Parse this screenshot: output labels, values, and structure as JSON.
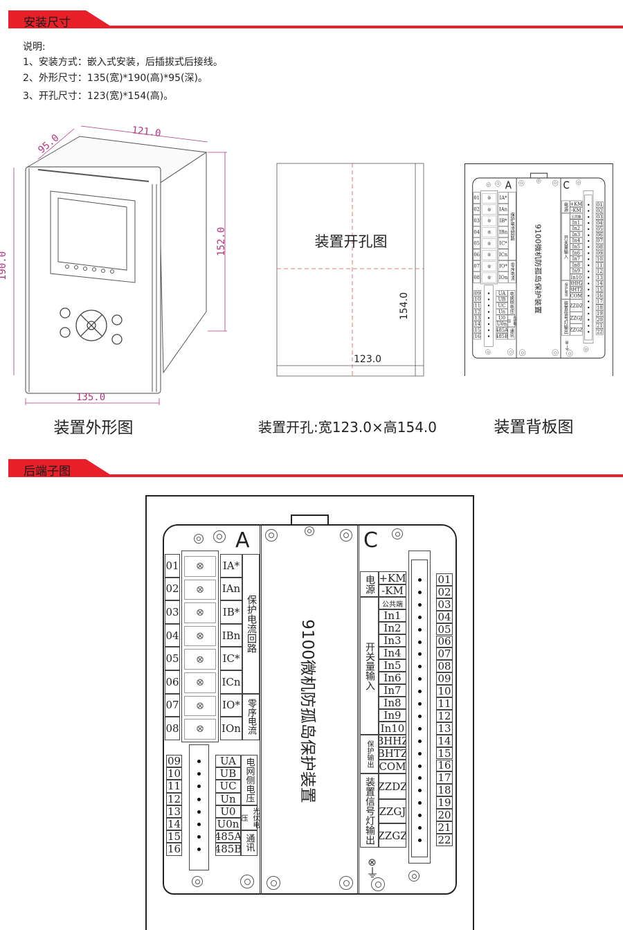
{
  "section1": {
    "title": "安装尺寸"
  },
  "notes": {
    "heading": "说明:",
    "items": [
      "1、安装方式：嵌入式安装，后插拔式后接线。",
      "2、外形尺寸：135(宽)*190(高)*95(深)。",
      "3、开孔尺寸：123(宽)*154(高)。"
    ]
  },
  "front_view": {
    "dim_depth": "95.0",
    "dim_top_width": "121.0",
    "dim_height": "190.0",
    "dim_body_height": "152.0",
    "dim_width": "135.0",
    "caption": "装置外形图"
  },
  "cutout": {
    "label": "装置开孔图",
    "dim_height": "154.0",
    "dim_width": "123.0",
    "caption": "装置开孔:宽123.0×高154.0"
  },
  "back_view": {
    "caption": "装置背板图"
  },
  "section2": {
    "title": "后端子图"
  },
  "terminal_panel": {
    "device_name": "9100微机防孤岛保护装置",
    "module_a": {
      "letter": "A",
      "current_terminals": [
        {
          "num": "01",
          "label": "IA*"
        },
        {
          "num": "02",
          "label": "IAn"
        },
        {
          "num": "03",
          "label": "IB*"
        },
        {
          "num": "04",
          "label": "IBn"
        },
        {
          "num": "05",
          "label": "IC*"
        },
        {
          "num": "06",
          "label": "ICn"
        },
        {
          "num": "07",
          "label": "IO*"
        },
        {
          "num": "08",
          "label": "IOn"
        }
      ],
      "current_groups": [
        "保护电流回路",
        "零序电流"
      ],
      "voltage_terminals": [
        {
          "num": "09",
          "label": "UA"
        },
        {
          "num": "10",
          "label": "UB"
        },
        {
          "num": "11",
          "label": "UC"
        },
        {
          "num": "12",
          "label": "Un"
        },
        {
          "num": "13",
          "label": "U0"
        },
        {
          "num": "14",
          "label": "U0n"
        },
        {
          "num": "15",
          "label": "485A"
        },
        {
          "num": "16",
          "label": "485B"
        }
      ],
      "voltage_groups": [
        "电网侧电压",
        "光伏电压",
        "通讯"
      ]
    },
    "module_c": {
      "letter": "C",
      "numbers": [
        "01",
        "02",
        "03",
        "04",
        "05",
        "06",
        "07",
        "08",
        "09",
        "10",
        "11",
        "12",
        "13",
        "14",
        "15",
        "16",
        "17",
        "18",
        "19",
        "20",
        "21",
        "22"
      ],
      "labels": [
        "+KM",
        "-KM",
        "公共端",
        "In1",
        "In2",
        "In3",
        "In4",
        "In5",
        "In6",
        "In7",
        "In8",
        "In9",
        "In10",
        "BHHZ",
        "BHTZ",
        "COM",
        "ZZDZ",
        "ZZGJ",
        "ZZGZ"
      ],
      "groups": [
        "电源",
        "开关量输入",
        "保护输出",
        "装置信号灯输出"
      ]
    }
  },
  "colors": {
    "accent": "#e8202a",
    "dimension": "#b3337f",
    "cutout_center": "#e05050"
  }
}
